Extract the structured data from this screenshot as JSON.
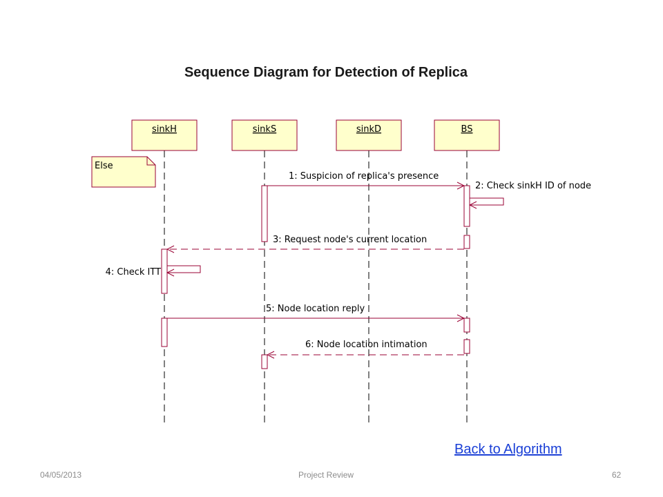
{
  "slide": {
    "title": "Sequence Diagram for Detection of Replica",
    "back_link": "Back to Algorithm",
    "footer": {
      "date": "04/05/2013",
      "center": "Project Review",
      "page": "62"
    }
  },
  "diagram": {
    "note": "Else",
    "objects": [
      {
        "id": "sinkH",
        "label": "sinkH"
      },
      {
        "id": "sinkS",
        "label": "sinkS"
      },
      {
        "id": "sinkD",
        "label": "sinkD"
      },
      {
        "id": "BS",
        "label": "BS"
      }
    ],
    "messages": [
      {
        "id": "m1",
        "label": "1: Suspicion of replica's presence",
        "from": "sinkS",
        "to": "BS",
        "style": "solid"
      },
      {
        "id": "m2",
        "label": "2: Check sinkH ID of node",
        "from": "BS",
        "to": "BS",
        "style": "self"
      },
      {
        "id": "m3",
        "label": "3: Request node's current location",
        "from": "BS",
        "to": "sinkH",
        "style": "dashed"
      },
      {
        "id": "m4",
        "label": "4: Check ITT",
        "from": "sinkH",
        "to": "sinkH",
        "style": "self"
      },
      {
        "id": "m5",
        "label": "5: Node location reply",
        "from": "sinkH",
        "to": "BS",
        "style": "solid"
      },
      {
        "id": "m6",
        "label": "6: Node location intimation",
        "from": "BS",
        "to": "sinkS",
        "style": "dashed"
      }
    ],
    "colors": {
      "box_fill": "#ffffcc",
      "box_stroke": "#990033",
      "message_line": "#990033",
      "lifeline": "#000000"
    }
  }
}
